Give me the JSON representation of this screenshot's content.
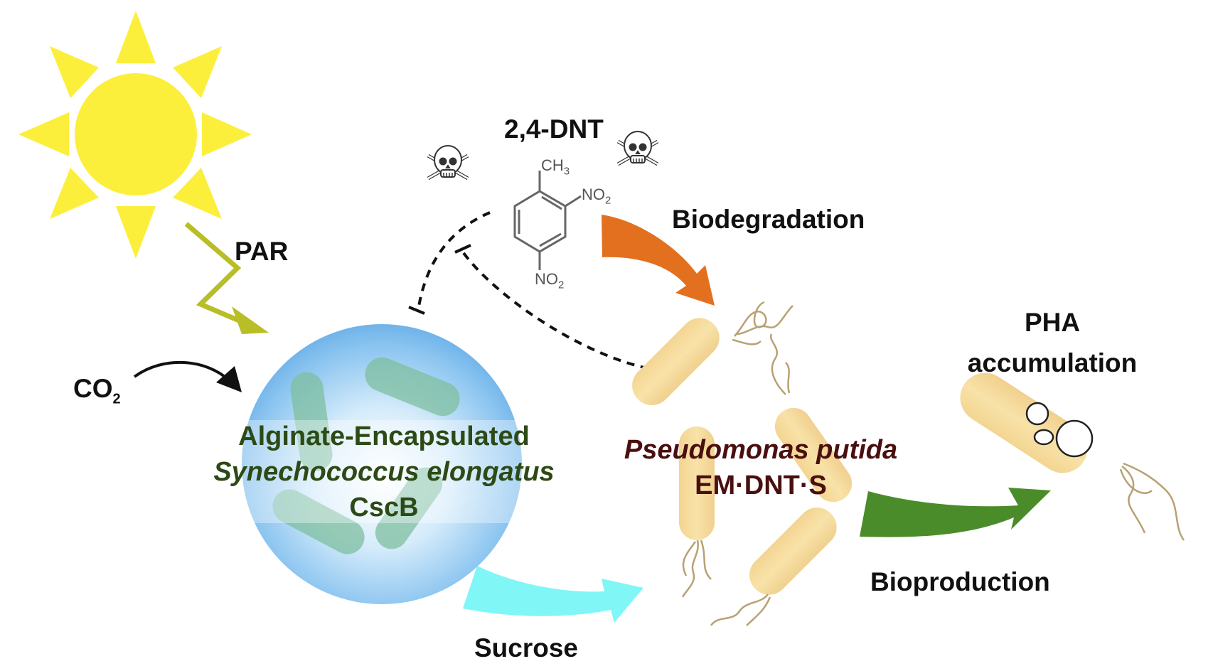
{
  "figure": {
    "type": "schematic",
    "colors": {
      "sun": "#fbef3c",
      "par_arrow": "#b9bd26",
      "bead_blue": "#7ebcef",
      "cyanobacteria": "#7fbfa0",
      "biodegradation_arrow": "#e2701e",
      "sucrose_arrow": "#80f6f7",
      "bioproduction_arrow": "#4a8c2a",
      "pseudomonas_cell": "#f5d898",
      "flagella": "#b8a173",
      "synechococcus_label": "#2d4a16",
      "pseudomonas_label": "#4a0f0f"
    }
  },
  "labels": {
    "par": "PAR",
    "co2_main": "CO",
    "co2_sub": "2",
    "dnt_title": "2,4-DNT",
    "ch3_main": "CH",
    "ch3_sub": "3",
    "no2_main": "NO",
    "no2_sub": "2",
    "biodegradation": "Biodegradation",
    "synechococcus_line1": "Alginate-Encapsulated",
    "synechococcus_line2": "Synechococcus elongatus",
    "synechococcus_line3": "CscB",
    "pseudomonas_line1": "Pseudomonas putida",
    "pseudomonas_line2": "EM·DNT·S",
    "pha_line1": "PHA",
    "pha_line2": "accumulation",
    "bioproduction": "Bioproduction",
    "sucrose": "Sucrose"
  },
  "icons": [
    "sun-icon",
    "skull-crossbones-icon",
    "skull-crossbones-icon",
    "lightning-arrow-icon",
    "curved-arrow-icon",
    "benzene-ring-structure",
    "inhibition-line-icon"
  ]
}
